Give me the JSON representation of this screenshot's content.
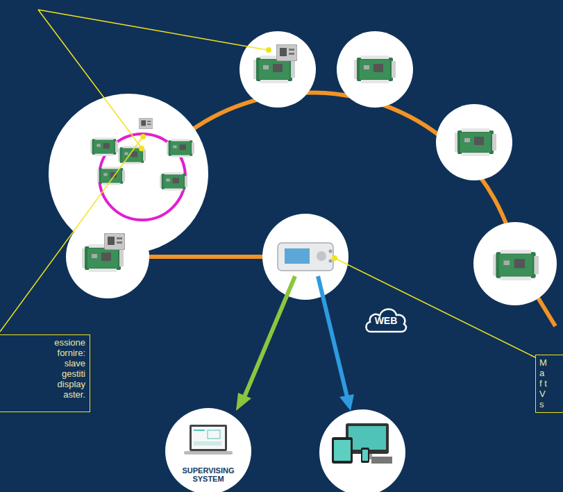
{
  "diagram": {
    "nodes": [
      {
        "text": [
          "WEB"
        ]
      },
      {
        "text": [
          "essione fornire: slave gestiti display aster."
        ]
      },
      {
        "text": [
          "M a f t V s"
        ]
      },
      {
        "text": [
          "SUPERVISING SYSTEM"
        ]
      }
    ]
  }
}
